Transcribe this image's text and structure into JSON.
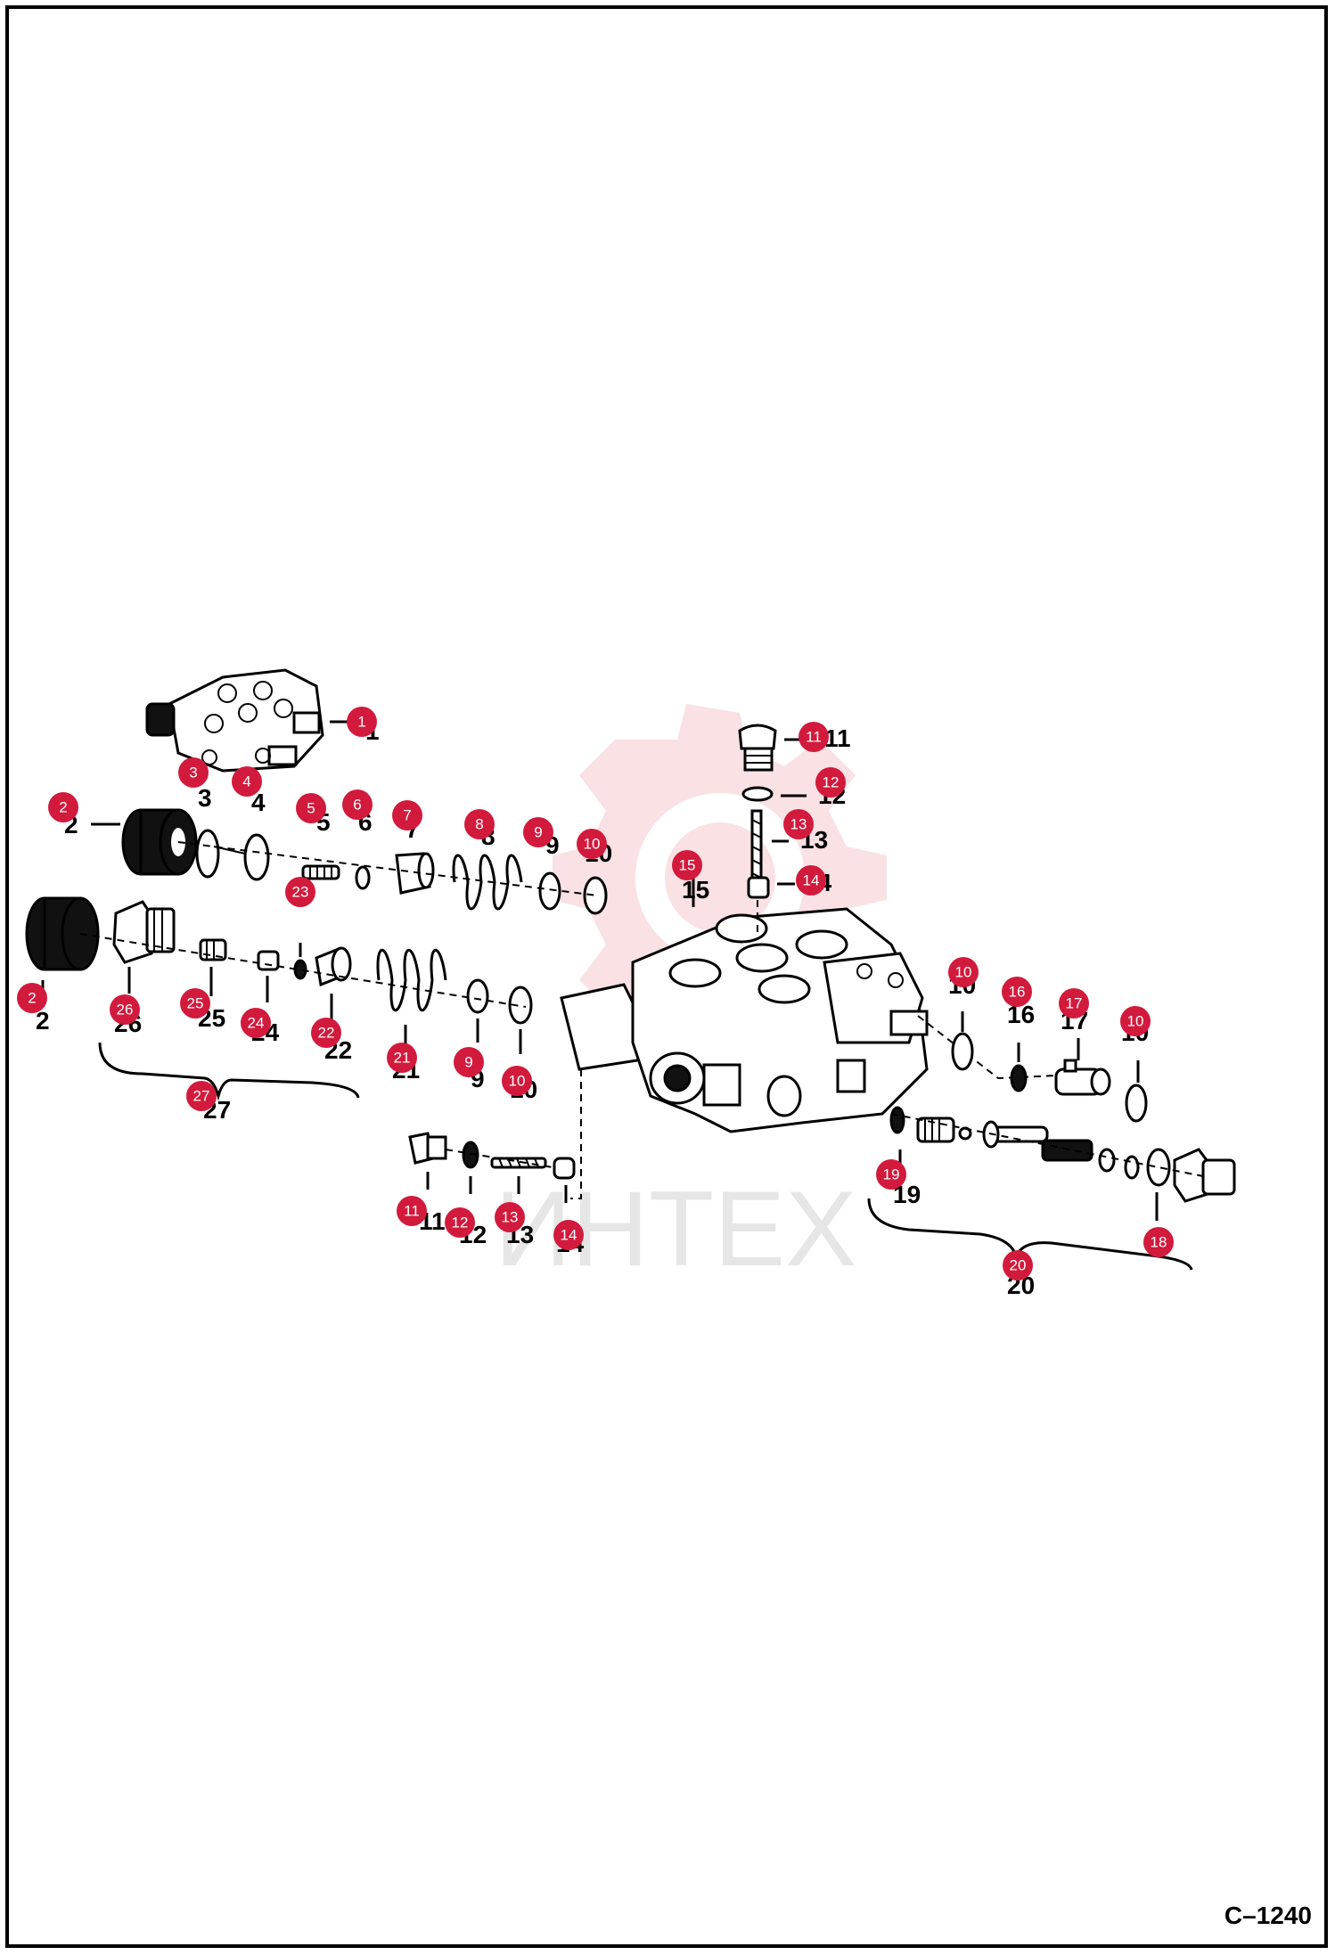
{
  "figure": {
    "drawing_code": "C–1240",
    "watermark_text": "ИНТЕХ"
  },
  "labels": {
    "l1": "1",
    "l2a": "2",
    "l2b": "2",
    "l3": "3",
    "l4": "4",
    "l5": "5",
    "l6": "6",
    "l7": "7",
    "l8": "8",
    "l9a": "9",
    "l10a": "10",
    "l11a": "11",
    "l12a": "12",
    "l13a": "13",
    "l14a": "14",
    "l15": "15",
    "l16": "16",
    "l17": "17",
    "l10b": "10",
    "l10c": "10",
    "l26": "26",
    "l25": "25",
    "l24": "24",
    "l22": "22",
    "l21": "21",
    "l9b": "9",
    "l10d": "10",
    "l27": "27",
    "l11b": "11",
    "l12b": "12",
    "l13b": "13",
    "l14b": "14",
    "l19": "19",
    "l20": "20"
  },
  "callouts": [
    {
      "id": "1"
    },
    {
      "id": "3"
    },
    {
      "id": "4"
    },
    {
      "id": "2"
    },
    {
      "id": "5"
    },
    {
      "id": "6"
    },
    {
      "id": "7"
    },
    {
      "id": "8"
    },
    {
      "id": "9"
    },
    {
      "id": "10"
    },
    {
      "id": "23"
    },
    {
      "id": "2"
    },
    {
      "id": "26"
    },
    {
      "id": "25"
    },
    {
      "id": "24"
    },
    {
      "id": "22"
    },
    {
      "id": "21"
    },
    {
      "id": "9"
    },
    {
      "id": "10"
    },
    {
      "id": "27"
    },
    {
      "id": "11"
    },
    {
      "id": "12"
    },
    {
      "id": "13"
    },
    {
      "id": "14"
    },
    {
      "id": "15"
    },
    {
      "id": "11"
    },
    {
      "id": "12"
    },
    {
      "id": "13"
    },
    {
      "id": "14"
    },
    {
      "id": "10"
    },
    {
      "id": "16"
    },
    {
      "id": "17"
    },
    {
      "id": "10"
    },
    {
      "id": "19"
    },
    {
      "id": "20"
    },
    {
      "id": "18"
    }
  ],
  "colors": {
    "callout": "#d21a3c",
    "watermark": "#f6c9cf"
  }
}
